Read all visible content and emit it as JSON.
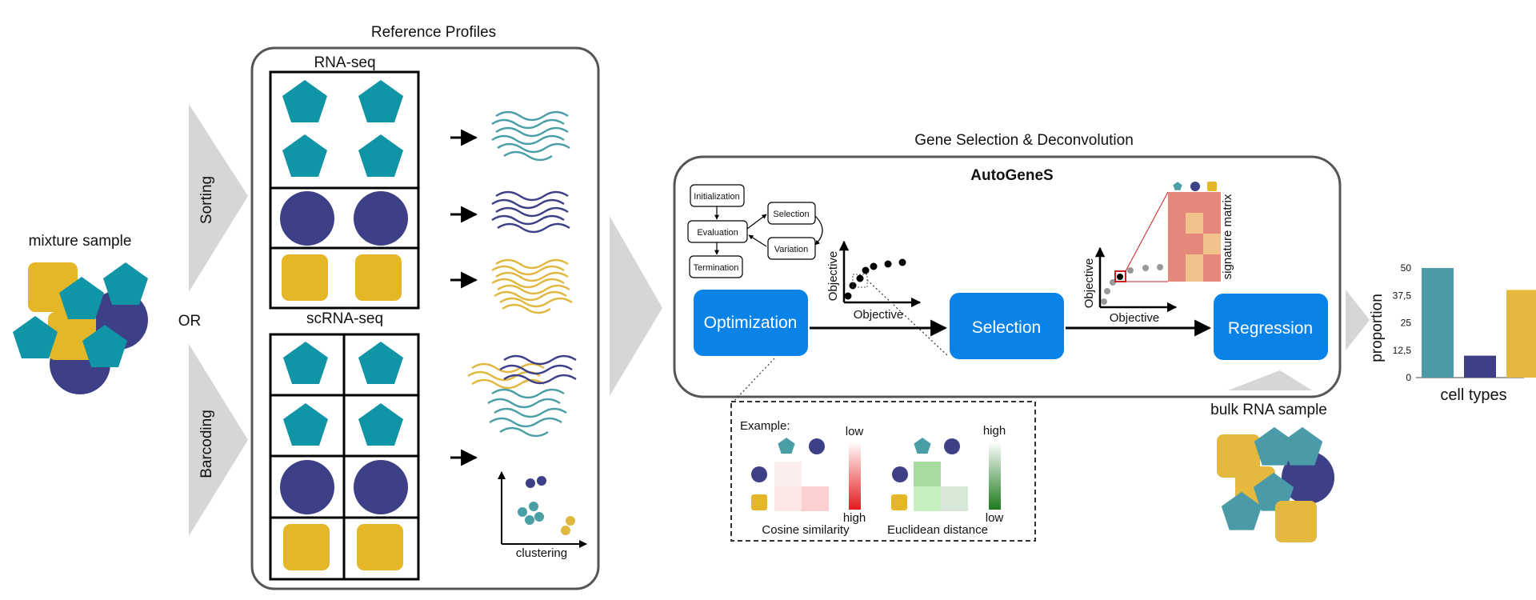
{
  "colors": {
    "teal": "#0f95a6",
    "navy": "#3d3f87",
    "gold": "#e5b728",
    "blue_box": "#0a83e8",
    "gray_arrow": "#d6d6d6",
    "wave_teal": "#4a9ea6",
    "wave_gold": "#e0b840"
  },
  "mixture": {
    "label": "mixture sample"
  },
  "methods": {
    "or_label": "OR",
    "sorting_label": "Sorting",
    "barcoding_label": "Barcoding"
  },
  "reference": {
    "title": "Reference Profiles",
    "rnaseq_label": "RNA-seq",
    "scrnaseq_label": "scRNA-seq",
    "clustering_label": "clustering"
  },
  "gene_selection": {
    "title": "Gene Selection & Deconvolution",
    "tool_name": "AutoGeneS",
    "ga_steps": {
      "initialization": "Initialization",
      "evaluation": "Evaluation",
      "termination": "Termination",
      "selection": "Selection",
      "variation": "Variation"
    },
    "objective_label": "Objective",
    "signature_label": "signature matrix",
    "optimization_label": "Optimization",
    "selection_label": "Selection",
    "regression_label": "Regression"
  },
  "example": {
    "title": "Example:",
    "cosine_label": "Cosine similarity",
    "euclidean_label": "Euclidean distance",
    "cosine_low": "low",
    "cosine_high": "high",
    "euclid_high": "high",
    "euclid_low": "low"
  },
  "bulk": {
    "label": "bulk RNA sample"
  },
  "chart_data": {
    "type": "bar",
    "xlabel": "cell types",
    "ylabel": "proportion",
    "ylim": [
      0,
      50
    ],
    "yticks": [
      "0",
      "12,5",
      "25",
      "37,5",
      "50"
    ],
    "values": [
      50,
      10,
      40
    ],
    "colors": [
      "#4a9aa8",
      "#3d3f87",
      "#e5b93e"
    ]
  }
}
